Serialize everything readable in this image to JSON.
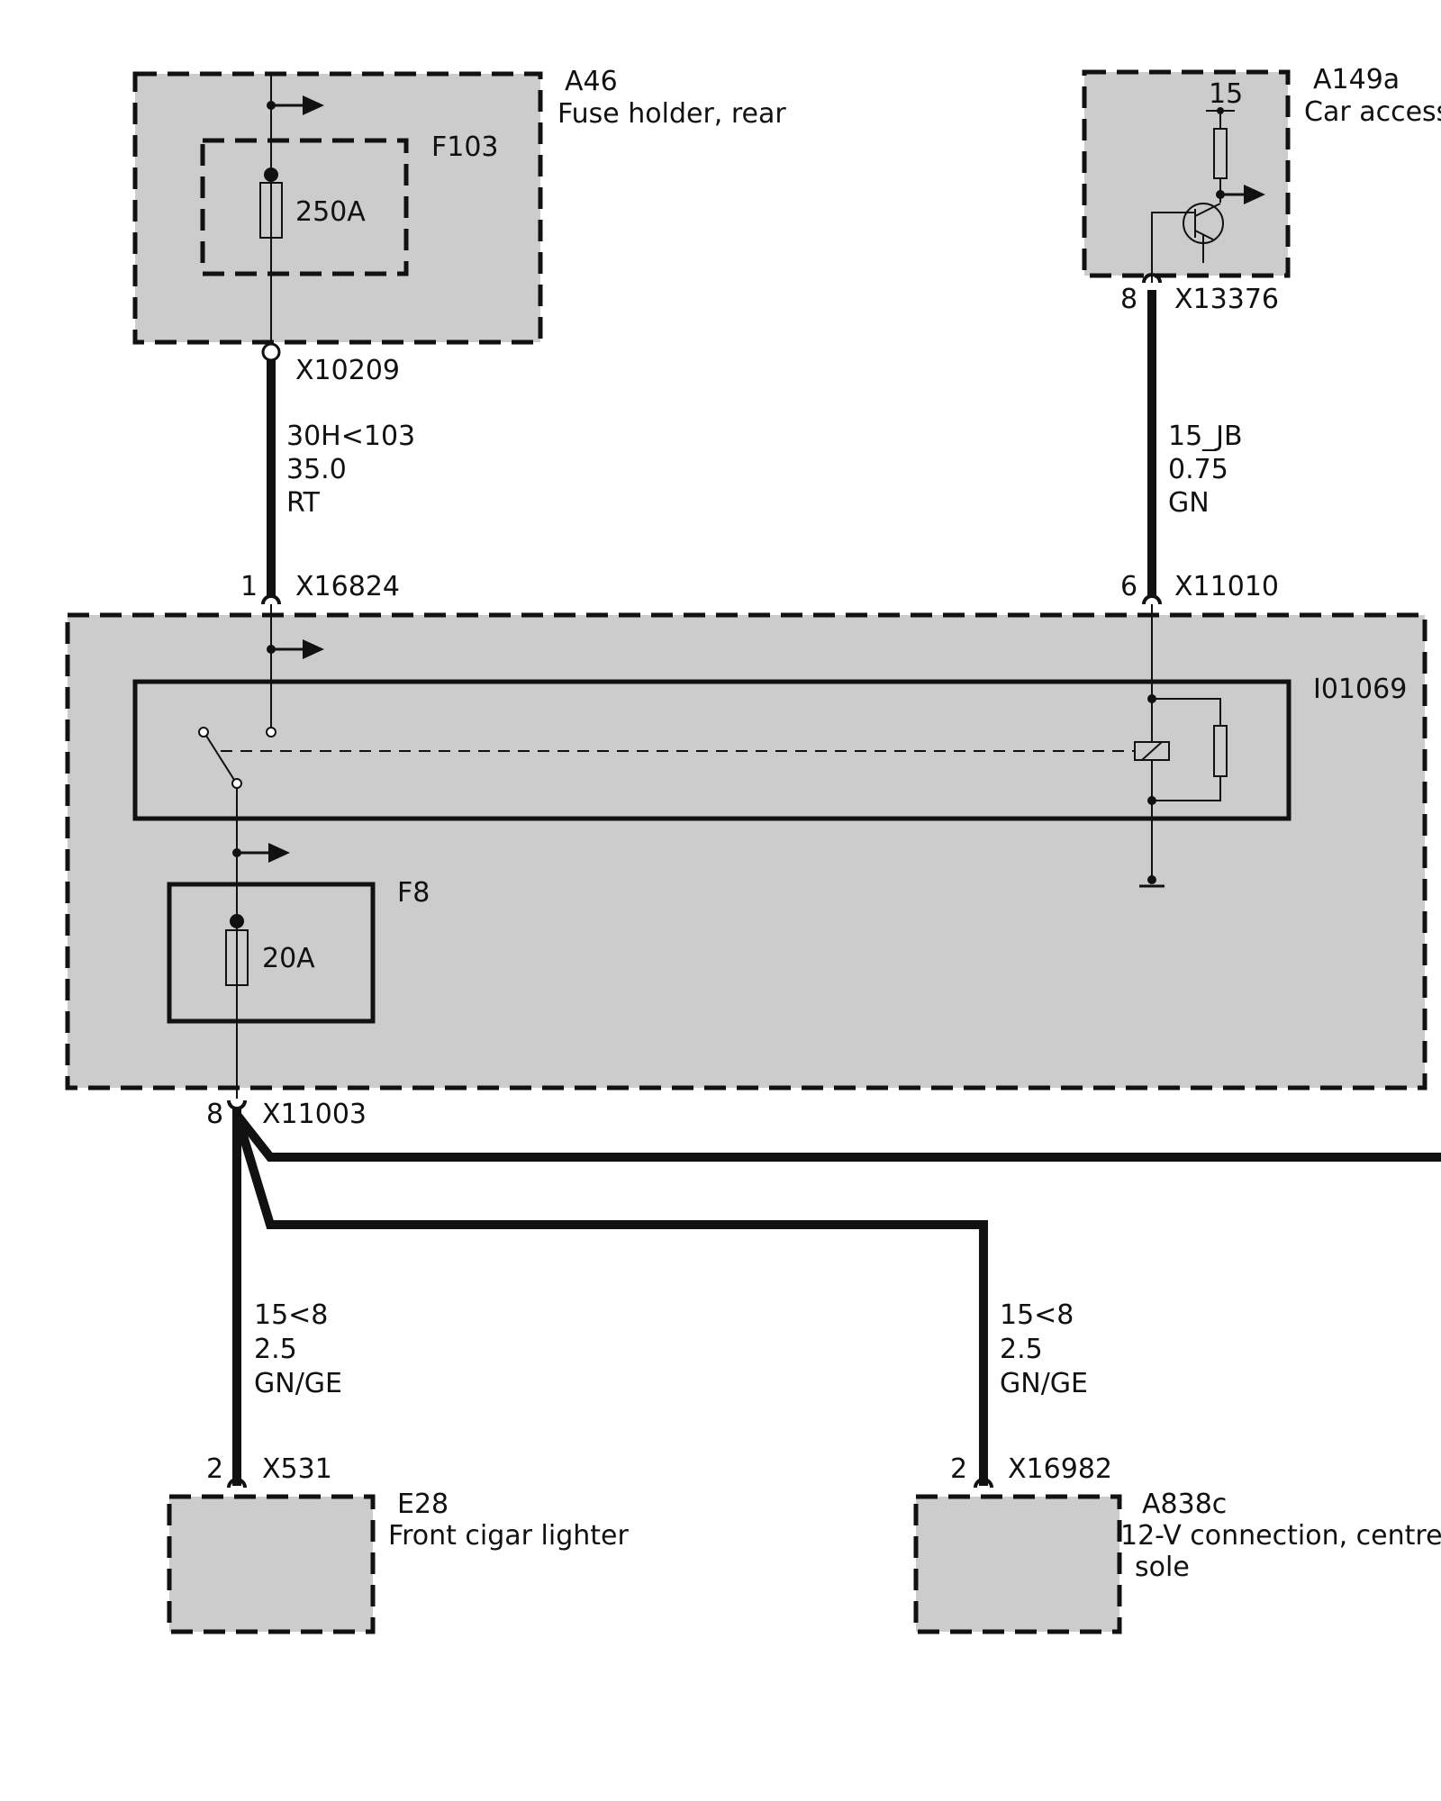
{
  "components": {
    "a46": {
      "id": "A46",
      "name": "Fuse holder, rear"
    },
    "f103": {
      "id": "F103",
      "rating": "250A"
    },
    "a149a": {
      "id": "A149a",
      "name": "Car access",
      "terminal": "15"
    },
    "i01069": {
      "id": "I01069"
    },
    "f8": {
      "id": "F8",
      "rating": "20A"
    },
    "e28": {
      "id": "E28",
      "name": "Front cigar lighter"
    },
    "a838c": {
      "id": "A838c",
      "name_line1": "12-V connection, centre",
      "name_line2": "sole"
    }
  },
  "connectors": {
    "x10209": {
      "id": "X10209"
    },
    "x13376": {
      "id": "X13376",
      "pin": "8"
    },
    "x16824": {
      "id": "X16824",
      "pin": "1"
    },
    "x11010": {
      "id": "X11010",
      "pin": "6"
    },
    "x11003": {
      "id": "X11003",
      "pin": "8"
    },
    "x531": {
      "id": "X531",
      "pin": "2"
    },
    "x16982": {
      "id": "X16982",
      "pin": "2"
    }
  },
  "wires": {
    "w_30h": {
      "signal": "30H<103",
      "size": "35.0",
      "color": "RT"
    },
    "w_15jb": {
      "signal": "15_JB",
      "size": "0.75",
      "color": "GN"
    },
    "w_e28": {
      "signal": "15<8",
      "size": "2.5",
      "color": "GN/GE"
    },
    "w_a838c": {
      "signal": "15<8",
      "size": "2.5",
      "color": "GN/GE"
    }
  },
  "colors": {
    "component_fill": "#cccccc",
    "line": "#111111"
  }
}
